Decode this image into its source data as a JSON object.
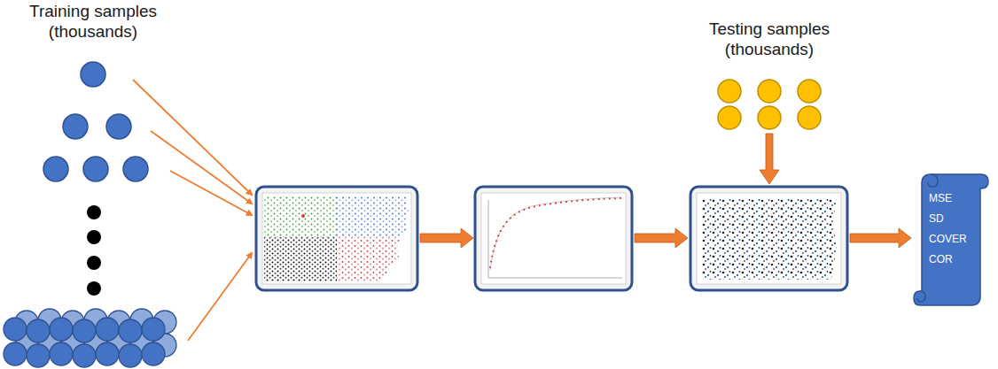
{
  "diagram": {
    "nodes": [
      {
        "text": [
          "MSE",
          "SD",
          "COVER",
          "COR"
        ]
      }
    ],
    "labels": [
      "Training samples (thousands)",
      "Testing samples (thousands)"
    ]
  }
}
